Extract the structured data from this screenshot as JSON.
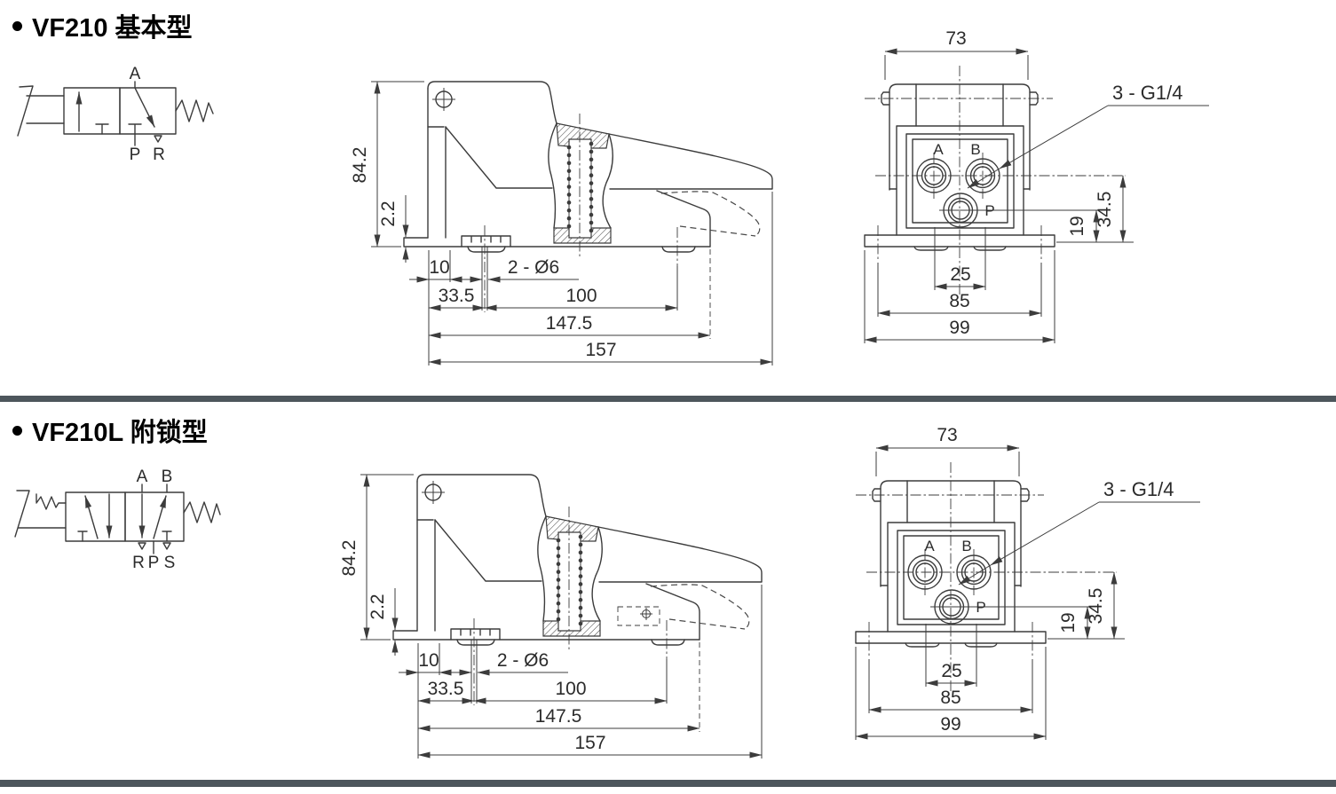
{
  "colors": {
    "line": "#3c3c3c",
    "divider": "#4d565c"
  },
  "sections": [
    {
      "title": "VF210 基本型",
      "schematic": {
        "a": "A",
        "p": "P",
        "r": "R"
      },
      "side": {
        "height": "84.2",
        "lip": "2.2",
        "edge": "10",
        "holes": "2 - Ø6",
        "hole_offset": "33.5",
        "hole_pitch": "100",
        "len_inner": "147.5",
        "len_total": "157"
      },
      "front": {
        "top_width": "73",
        "thread": "3 - G1/4",
        "port_center_h": "34.5",
        "p_center_h": "19",
        "lug_pitch": "25",
        "hole_pitch": "85",
        "base_width": "99",
        "a": "A",
        "b": "B",
        "p": "P"
      }
    },
    {
      "title": "VF210L 附锁型",
      "schematic": {
        "a": "A",
        "b": "B",
        "r": "R",
        "p": "P",
        "s": "S"
      },
      "side": {
        "height": "84.2",
        "lip": "2.2",
        "edge": "10",
        "holes": "2 - Ø6",
        "hole_offset": "33.5",
        "hole_pitch": "100",
        "len_inner": "147.5",
        "len_total": "157"
      },
      "front": {
        "top_width": "73",
        "thread": "3 - G1/4",
        "port_center_h": "34.5",
        "p_center_h": "19",
        "lug_pitch": "25",
        "hole_pitch": "85",
        "base_width": "99",
        "a": "A",
        "b": "B",
        "p": "P"
      }
    }
  ]
}
